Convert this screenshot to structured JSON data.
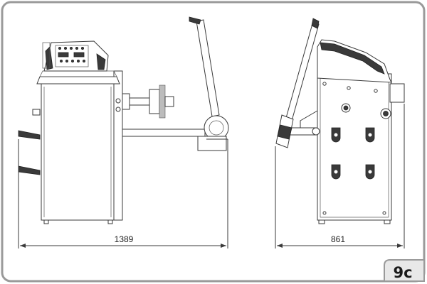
{
  "dimensions": {
    "front_width": "1389",
    "side_depth": "861"
  },
  "figure_label": "9c",
  "colors": {
    "frame_border": "#9a9a9a",
    "badge_fill": "#e8e8e8",
    "line": "#3a3a3a"
  }
}
